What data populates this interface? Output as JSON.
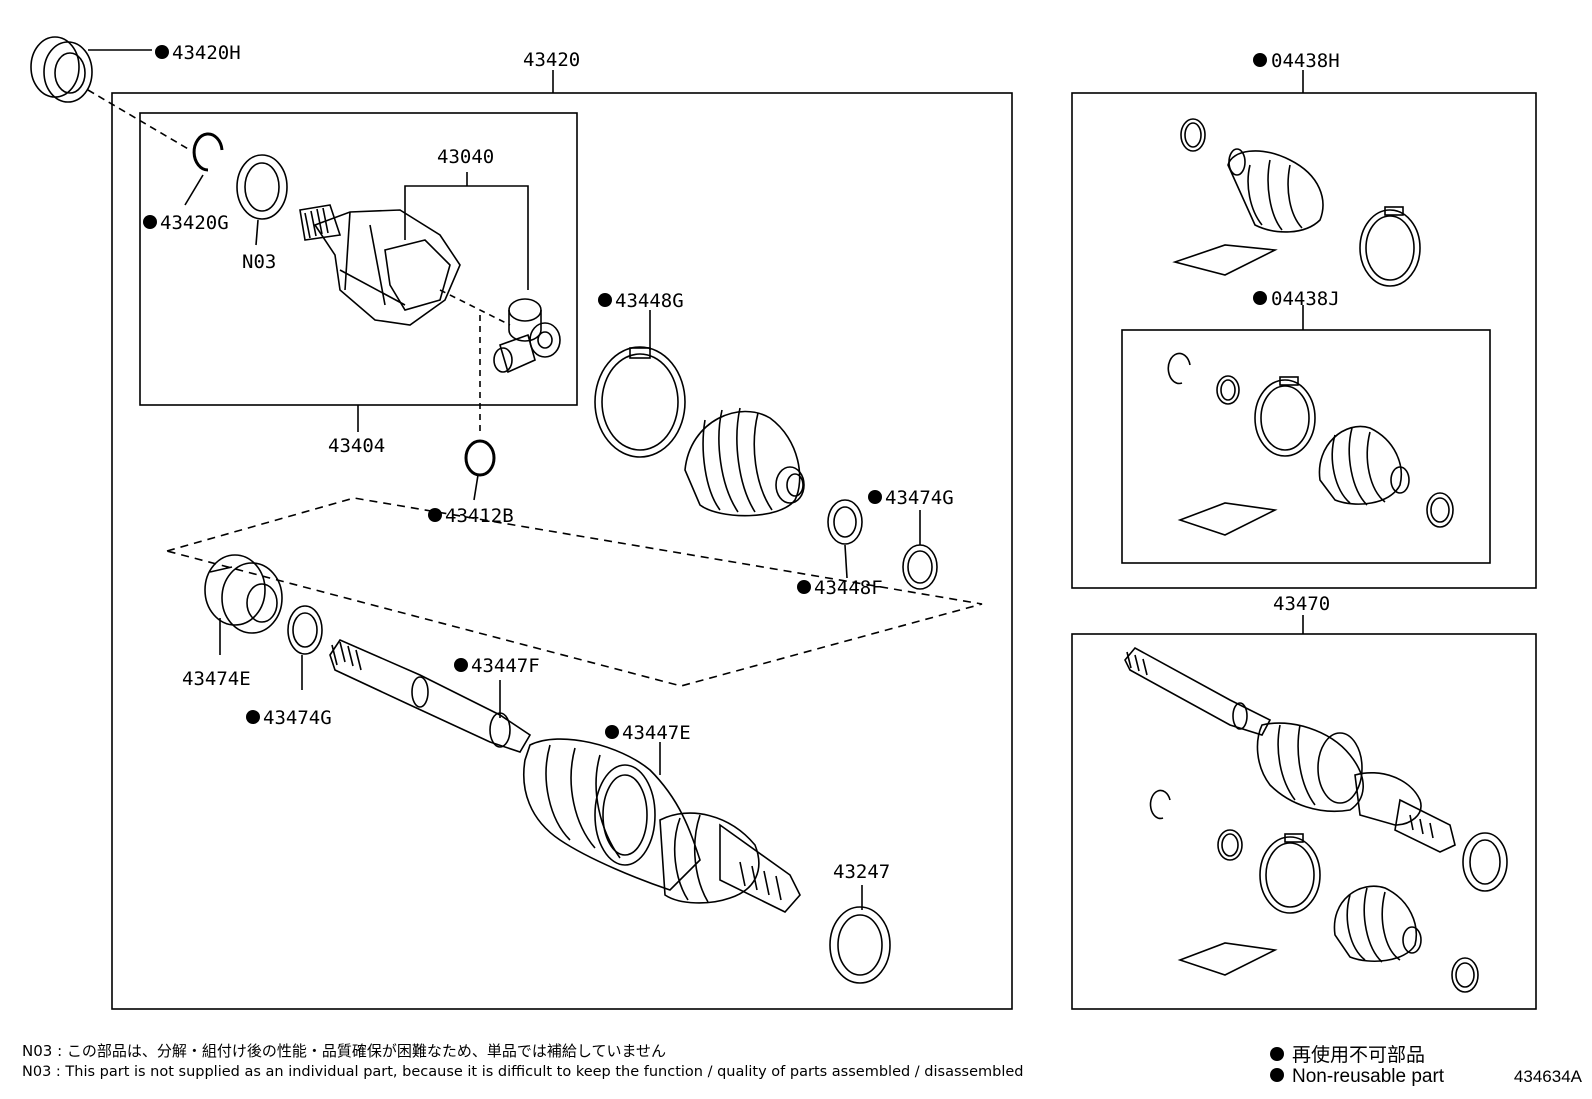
{
  "labels": {
    "p43420H": "43420H",
    "p43420": "43420",
    "p43420G": "43420G",
    "pN03": "N03",
    "p43040": "43040",
    "p43404": "43404",
    "p43412B": "43412B",
    "p43448G": "43448G",
    "p43474G_a": "43474G",
    "p43448F": "43448F",
    "p43474E": "43474E",
    "p43474G_b": "43474G",
    "p43447F": "43447F",
    "p43447E": "43447E",
    "p43247": "43247",
    "p04438H": "04438H",
    "p04438J": "04438J",
    "p43470": "43470"
  },
  "footnotes": {
    "jp": "N03 : この部品は、分解・組付け後の性能・品質確保が困難なため、単品では補給していません",
    "en": "N03 : This part is not supplied as an individual part, because it is difficult to keep the function / quality of parts  assembled / disassembled"
  },
  "legend": {
    "jp": "再使用不可部品",
    "en": "Non-reusable part"
  },
  "diagram_code": "434634A"
}
